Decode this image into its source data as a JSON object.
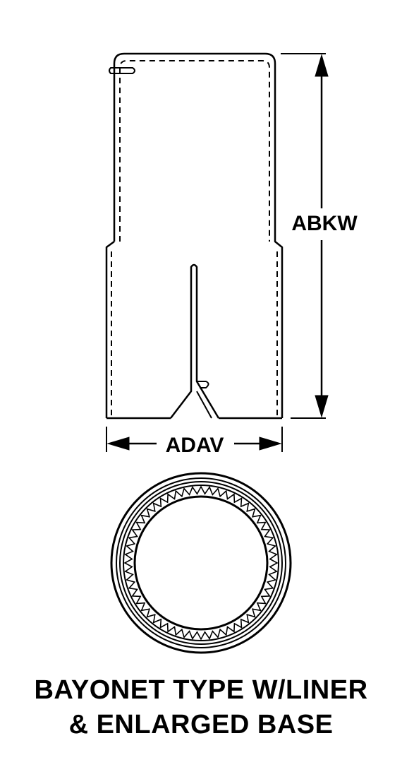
{
  "dimensions": {
    "height_label": "ABKW",
    "width_label": "ADAV"
  },
  "caption": {
    "line1": "BAYONET TYPE W/LINER",
    "line2": "& ENLARGED BASE"
  }
}
